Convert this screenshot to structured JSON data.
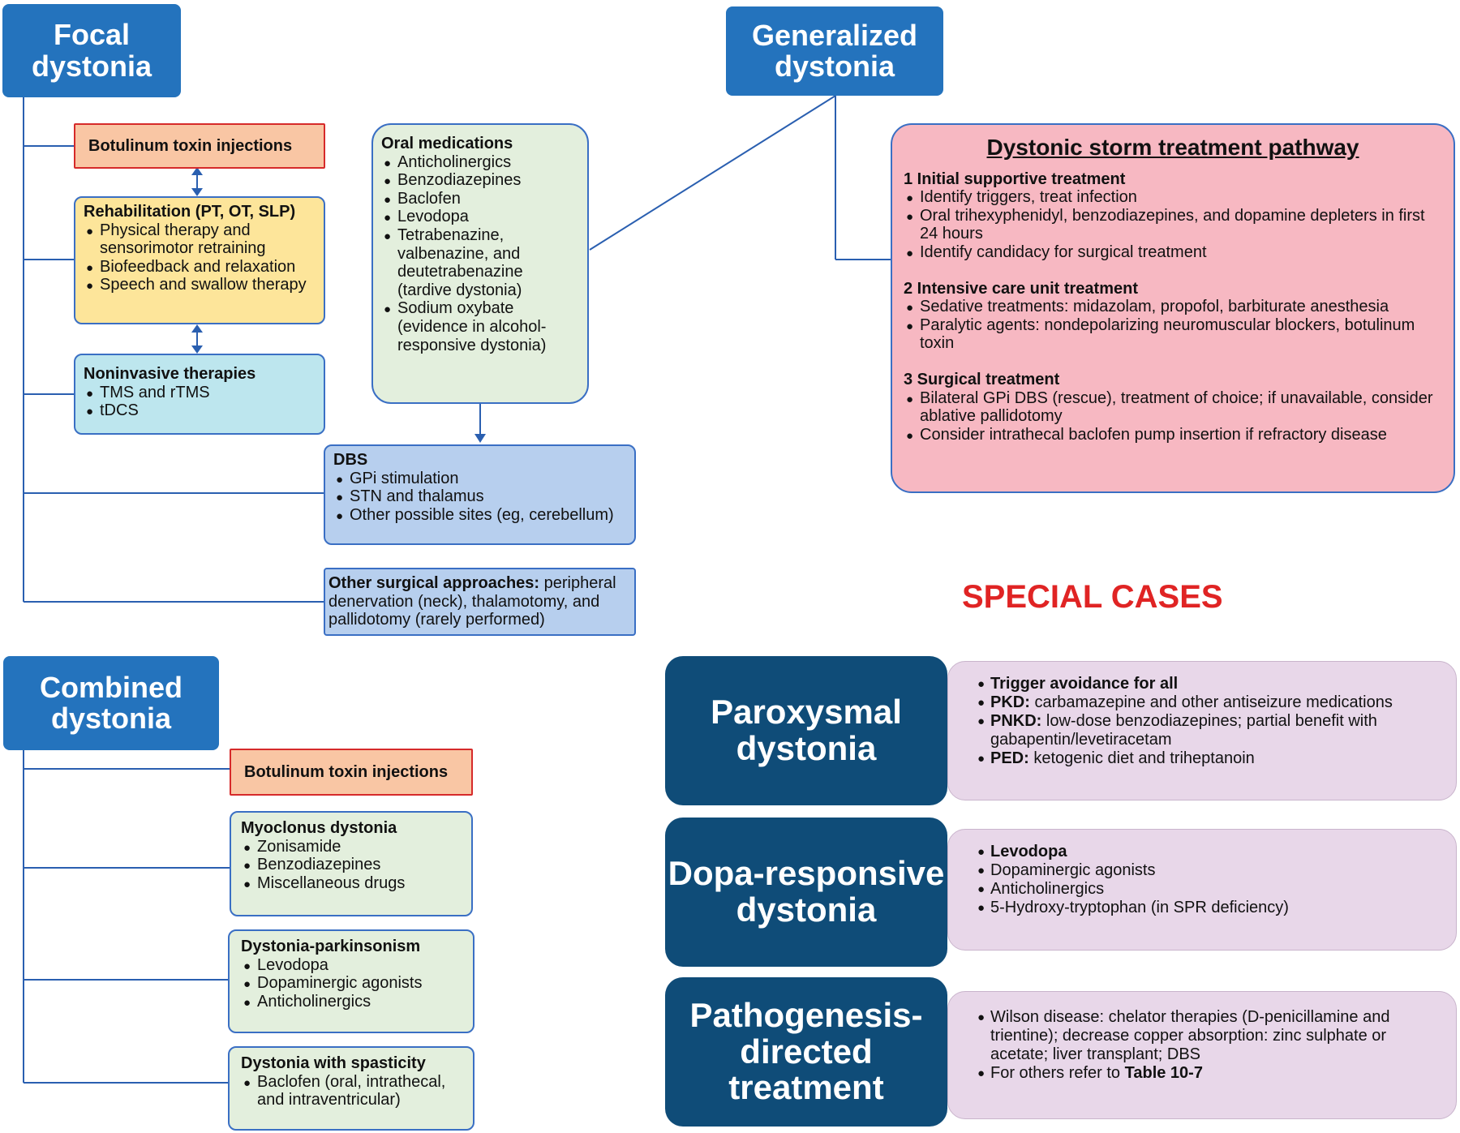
{
  "headers": {
    "focal": "Focal dystonia",
    "generalized": "Generalized dystonia",
    "combined": "Combined dystonia"
  },
  "focal": {
    "botulinum": "Botulinum  toxin injections",
    "rehab": {
      "title": "Rehabilitation (PT, OT, SLP)",
      "items": [
        "Physical therapy and sensorimotor retraining",
        "Biofeedback and relaxation",
        "Speech and swallow therapy"
      ]
    },
    "noninvasive": {
      "title": "Noninvasive therapies",
      "items": [
        "TMS and rTMS",
        "tDCS"
      ]
    }
  },
  "oral": {
    "title": "Oral medications",
    "items": [
      "Anticholinergics",
      "Benzodiazepines",
      "Baclofen",
      "Levodopa",
      "Tetrabenazine, valbenazine, and deutetrabenazine (tardive dystonia)",
      "Sodium oxybate (evidence in alcohol-responsive dystonia)"
    ]
  },
  "dbs": {
    "title": "DBS",
    "items": [
      "GPi stimulation",
      "STN and thalamus",
      "Other possible sites (eg, cerebellum)"
    ]
  },
  "other_surgical": {
    "label": "Other surgical approaches:",
    "text": "peripheral denervation (neck), thalamotomy, and pallidotomy (rarely performed)"
  },
  "storm": {
    "title": "Dystonic storm treatment pathway",
    "sections": [
      {
        "heading": "1 Initial supportive treatment",
        "items": [
          "Identify triggers, treat infection",
          "Oral trihexyphenidyl, benzodiazepines, and dopamine depleters in first 24 hours",
          "Identify candidacy for surgical treatment"
        ]
      },
      {
        "heading": "2 Intensive care unit treatment",
        "items": [
          "Sedative treatments: midazolam, propofol, barbiturate anesthesia",
          "Paralytic agents: nondepolarizing neuromuscular blockers, botulinum toxin"
        ]
      },
      {
        "heading": "3 Surgical treatment",
        "items": [
          "Bilateral GPi DBS (rescue), treatment of choice; if unavailable, consider ablative pallidotomy",
          "Consider intrathecal baclofen pump insertion if refractory disease"
        ]
      }
    ]
  },
  "combined": {
    "botulinum": "Botulinum toxin injections",
    "myoclonus": {
      "title": "Myoclonus dystonia",
      "items": [
        "Zonisamide",
        "Benzodiazepines",
        "Miscellaneous drugs"
      ]
    },
    "parkinsonism": {
      "title": "Dystonia-parkinsonism",
      "items": [
        "Levodopa",
        "Dopaminergic agonists",
        "Anticholinergics"
      ]
    },
    "spasticity": {
      "title": "Dystonia with spasticity",
      "items": [
        "Baclofen (oral, intrathecal, and intraventricular)"
      ]
    }
  },
  "special": {
    "title": "SPECIAL CASES",
    "paroxysmal": {
      "label": "Paroxysmal dystonia",
      "items": [
        {
          "key": "Trigger avoidance for all",
          "text": ""
        },
        {
          "key": "PKD:",
          "text": " carbamazepine and other antiseizure medications"
        },
        {
          "key": "PNKD:",
          "text": " low-dose benzodiazepines; partial benefit with gabapentin/levetiracetam"
        },
        {
          "key": "PED:",
          "text": " ketogenic diet and triheptanoin"
        }
      ]
    },
    "dopa": {
      "label": "Dopa-responsive dystonia",
      "items": [
        {
          "key": "Levodopa",
          "text": ""
        },
        {
          "key": "",
          "text": "Dopaminergic agonists"
        },
        {
          "key": "",
          "text": "Anticholinergics"
        },
        {
          "key": "",
          "text": "5-Hydroxy-tryptophan (in SPR deficiency)"
        }
      ]
    },
    "pathogenesis": {
      "label": "Pathogenesis-directed treatment",
      "items": [
        {
          "text": "Wilson disease: chelator therapies (D-penicillamine and trientine); decrease copper absorption: zinc sulphate or acetate; liver transplant; DBS",
          "key": ""
        },
        {
          "text": "For others refer to ",
          "key": "Table 10-7"
        }
      ]
    }
  }
}
